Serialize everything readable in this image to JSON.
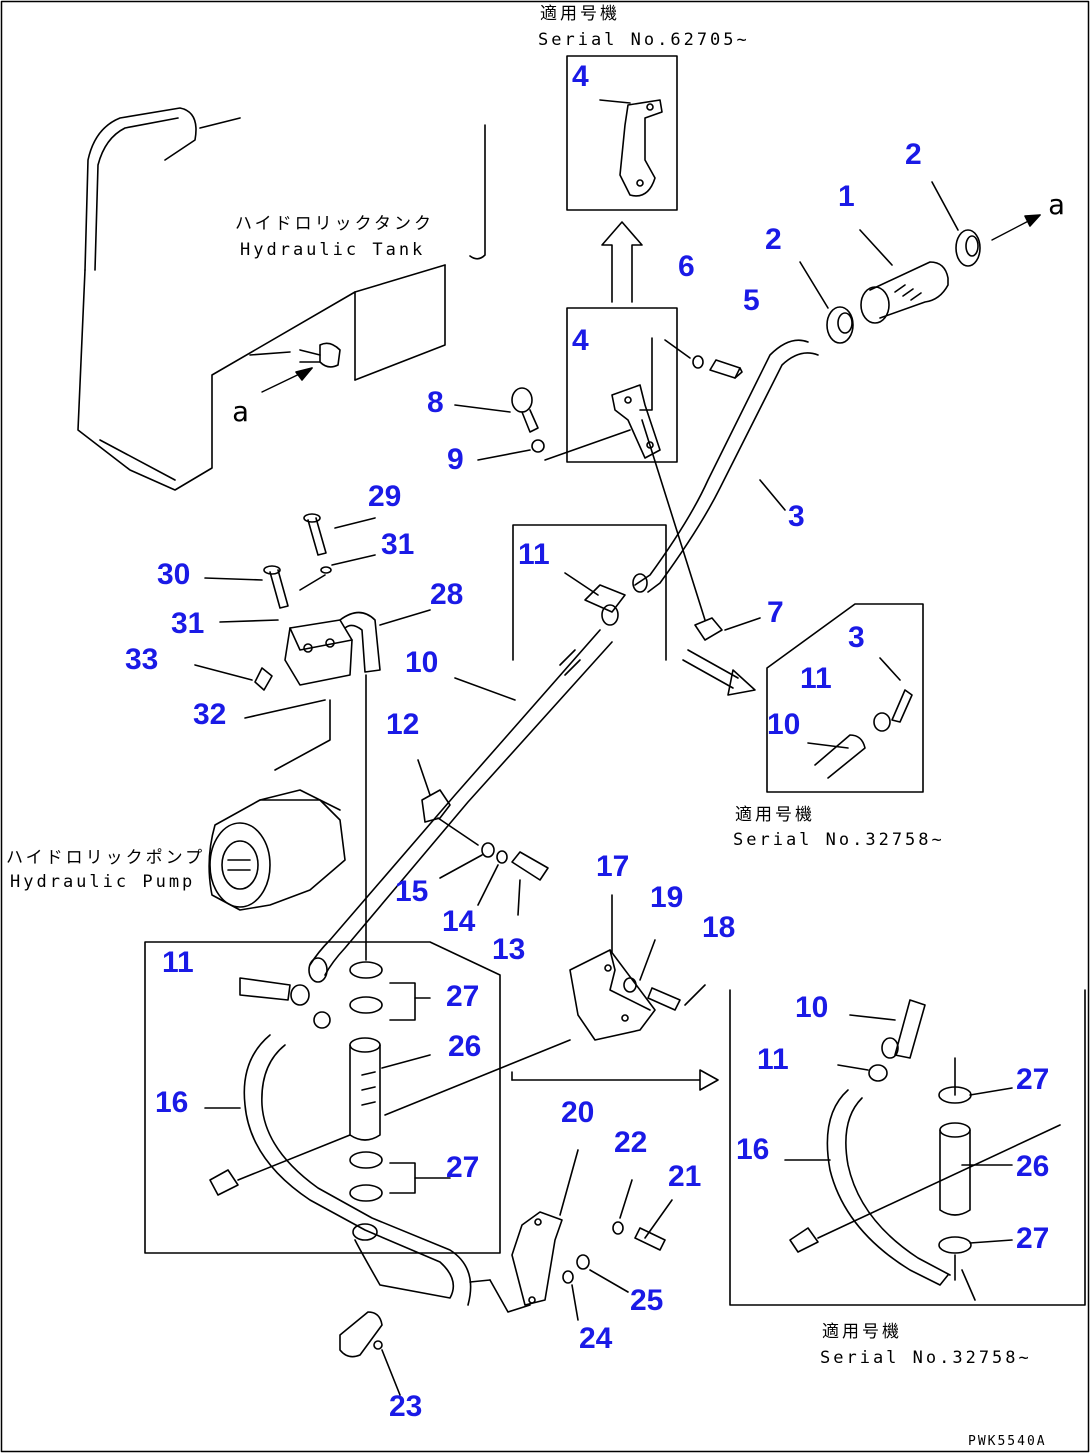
{
  "captions": {
    "hydraulic_tank_jp": "ハイドロリックタンク",
    "hydraulic_tank_en": "Hydraulic Tank",
    "hydraulic_pump_jp": "ハイドロリックポンプ",
    "hydraulic_pump_en": "Hydraulic Pump",
    "serial_top_jp": "適用号機",
    "serial_top_en": "Serial No.62705~",
    "serial_mid_jp": "適用号機",
    "serial_mid_en": "Serial No.32758~",
    "serial_bot_jp": "適用号機",
    "serial_bot_en": "Serial No.32758~",
    "ref_a_tank": "a",
    "ref_a_pipe": "a",
    "drawing_code": "PWK5540A"
  },
  "part_labels": [
    "1",
    "2",
    "2",
    "3",
    "4",
    "4",
    "5",
    "6",
    "7",
    "8",
    "9",
    "10",
    "11",
    "12",
    "13",
    "14",
    "15",
    "16",
    "17",
    "18",
    "19",
    "20",
    "21",
    "22",
    "23",
    "24",
    "25",
    "26",
    "27",
    "27",
    "28",
    "29",
    "30",
    "31",
    "31",
    "32",
    "33",
    "3",
    "11",
    "10",
    "10",
    "11",
    "16",
    "27",
    "26",
    "27"
  ]
}
